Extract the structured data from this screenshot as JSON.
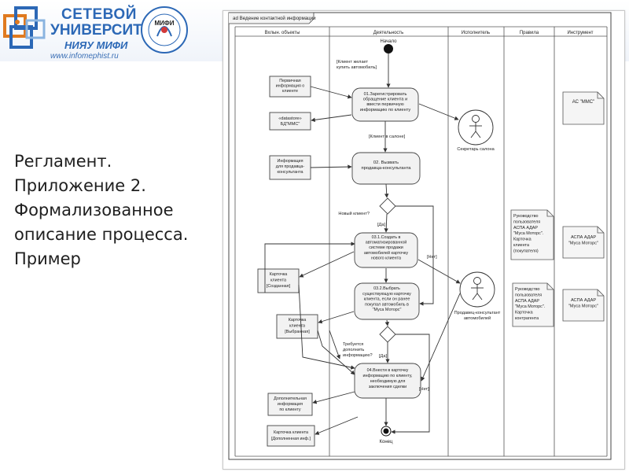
{
  "logo": {
    "line1": "СЕТЕВОЙ",
    "line2": "УНИВЕРСИТЕТ",
    "line3": "НИЯУ МИФИ",
    "url": "www.infomephist.ru",
    "emblem_text": "МИФИ",
    "brand_color": "#2c68b6"
  },
  "title": {
    "line1": "Регламент.",
    "line2": "Приложение 2.",
    "line3": "Формализованное",
    "line4": "описание процесса.",
    "line5": "Пример"
  },
  "diagram": {
    "tab": "ad Ведение контактной информации",
    "lanes": [
      "Вхлын. объекты",
      "Деятельность",
      "Исполнитель",
      "Правила",
      "Инструмент"
    ],
    "start_label": "Начало",
    "end_label": "Конец",
    "actions": {
      "a1": [
        "01.Зарегистрировать",
        "обращение клиента и",
        "ввести первичную",
        "информацию по клиенту"
      ],
      "a2": [
        "02. Вызвать",
        "продавца-консультанта"
      ],
      "a3": [
        "03.1.Создать в",
        "автоматизированной",
        "системе продажи",
        "автомобилей карточку",
        "нового клиента"
      ],
      "a4": [
        "03.2.Выбрать",
        "существующую карточку",
        "клиента, если он ранее",
        "покупал автомобиль в",
        "\"Муса Моторс\""
      ],
      "a5": [
        "04.Внести в карточку",
        "информацию по клиенту,",
        "необходимую для",
        "заключения сделки"
      ]
    },
    "objects": {
      "o1": [
        "Первичная",
        "информация о",
        "клиенте"
      ],
      "o2": [
        "«datastore»",
        "БД\"ММС\""
      ],
      "o3": [
        "Информация",
        "для продавца-",
        "консультанта"
      ],
      "o4": [
        "Карточка",
        "клиента",
        "[Созданная]"
      ],
      "o5": [
        "Карточка",
        "клиента",
        "[Выбранная]"
      ],
      "o6": [
        "Дополнительная",
        "информация",
        "по клиенту"
      ],
      "o7": [
        "Карточка клиента",
        "[Дополненная инф.]"
      ]
    },
    "guards": {
      "g_want": [
        "[Клиент желает",
        "купить автомобиль]"
      ],
      "g_in": "[Клиент в салоне]",
      "new_client": "Новый клиент?",
      "yes1": "[Да]",
      "no1": "[Нет]",
      "need_info": [
        "Требуется",
        "дополнить",
        "информацию?"
      ],
      "yes2": "[Да]",
      "no2": "[Нет]"
    },
    "actors": {
      "secretary": "Секретарь салона",
      "consultant": [
        "Продавец-консультант",
        "автомобилей"
      ]
    },
    "rules": {
      "r1": [
        "Руководство",
        "пользователя",
        "АСПА АДАР",
        "\"Муса Моторс\".",
        "Карточка",
        "клиента",
        "(покупателя)"
      ],
      "r2": [
        "Руководство",
        "пользователя",
        "АСПА АДАР",
        "\"Муса Моторс\".",
        "Карточка",
        "контрагента"
      ]
    },
    "tools": {
      "t1": "АС \"ММС\"",
      "t2": [
        "АСПА АДАР",
        "\"Муса Моторс\""
      ],
      "t3": [
        "АСПА АДАР",
        "\"Муса Моторс\""
      ]
    }
  }
}
